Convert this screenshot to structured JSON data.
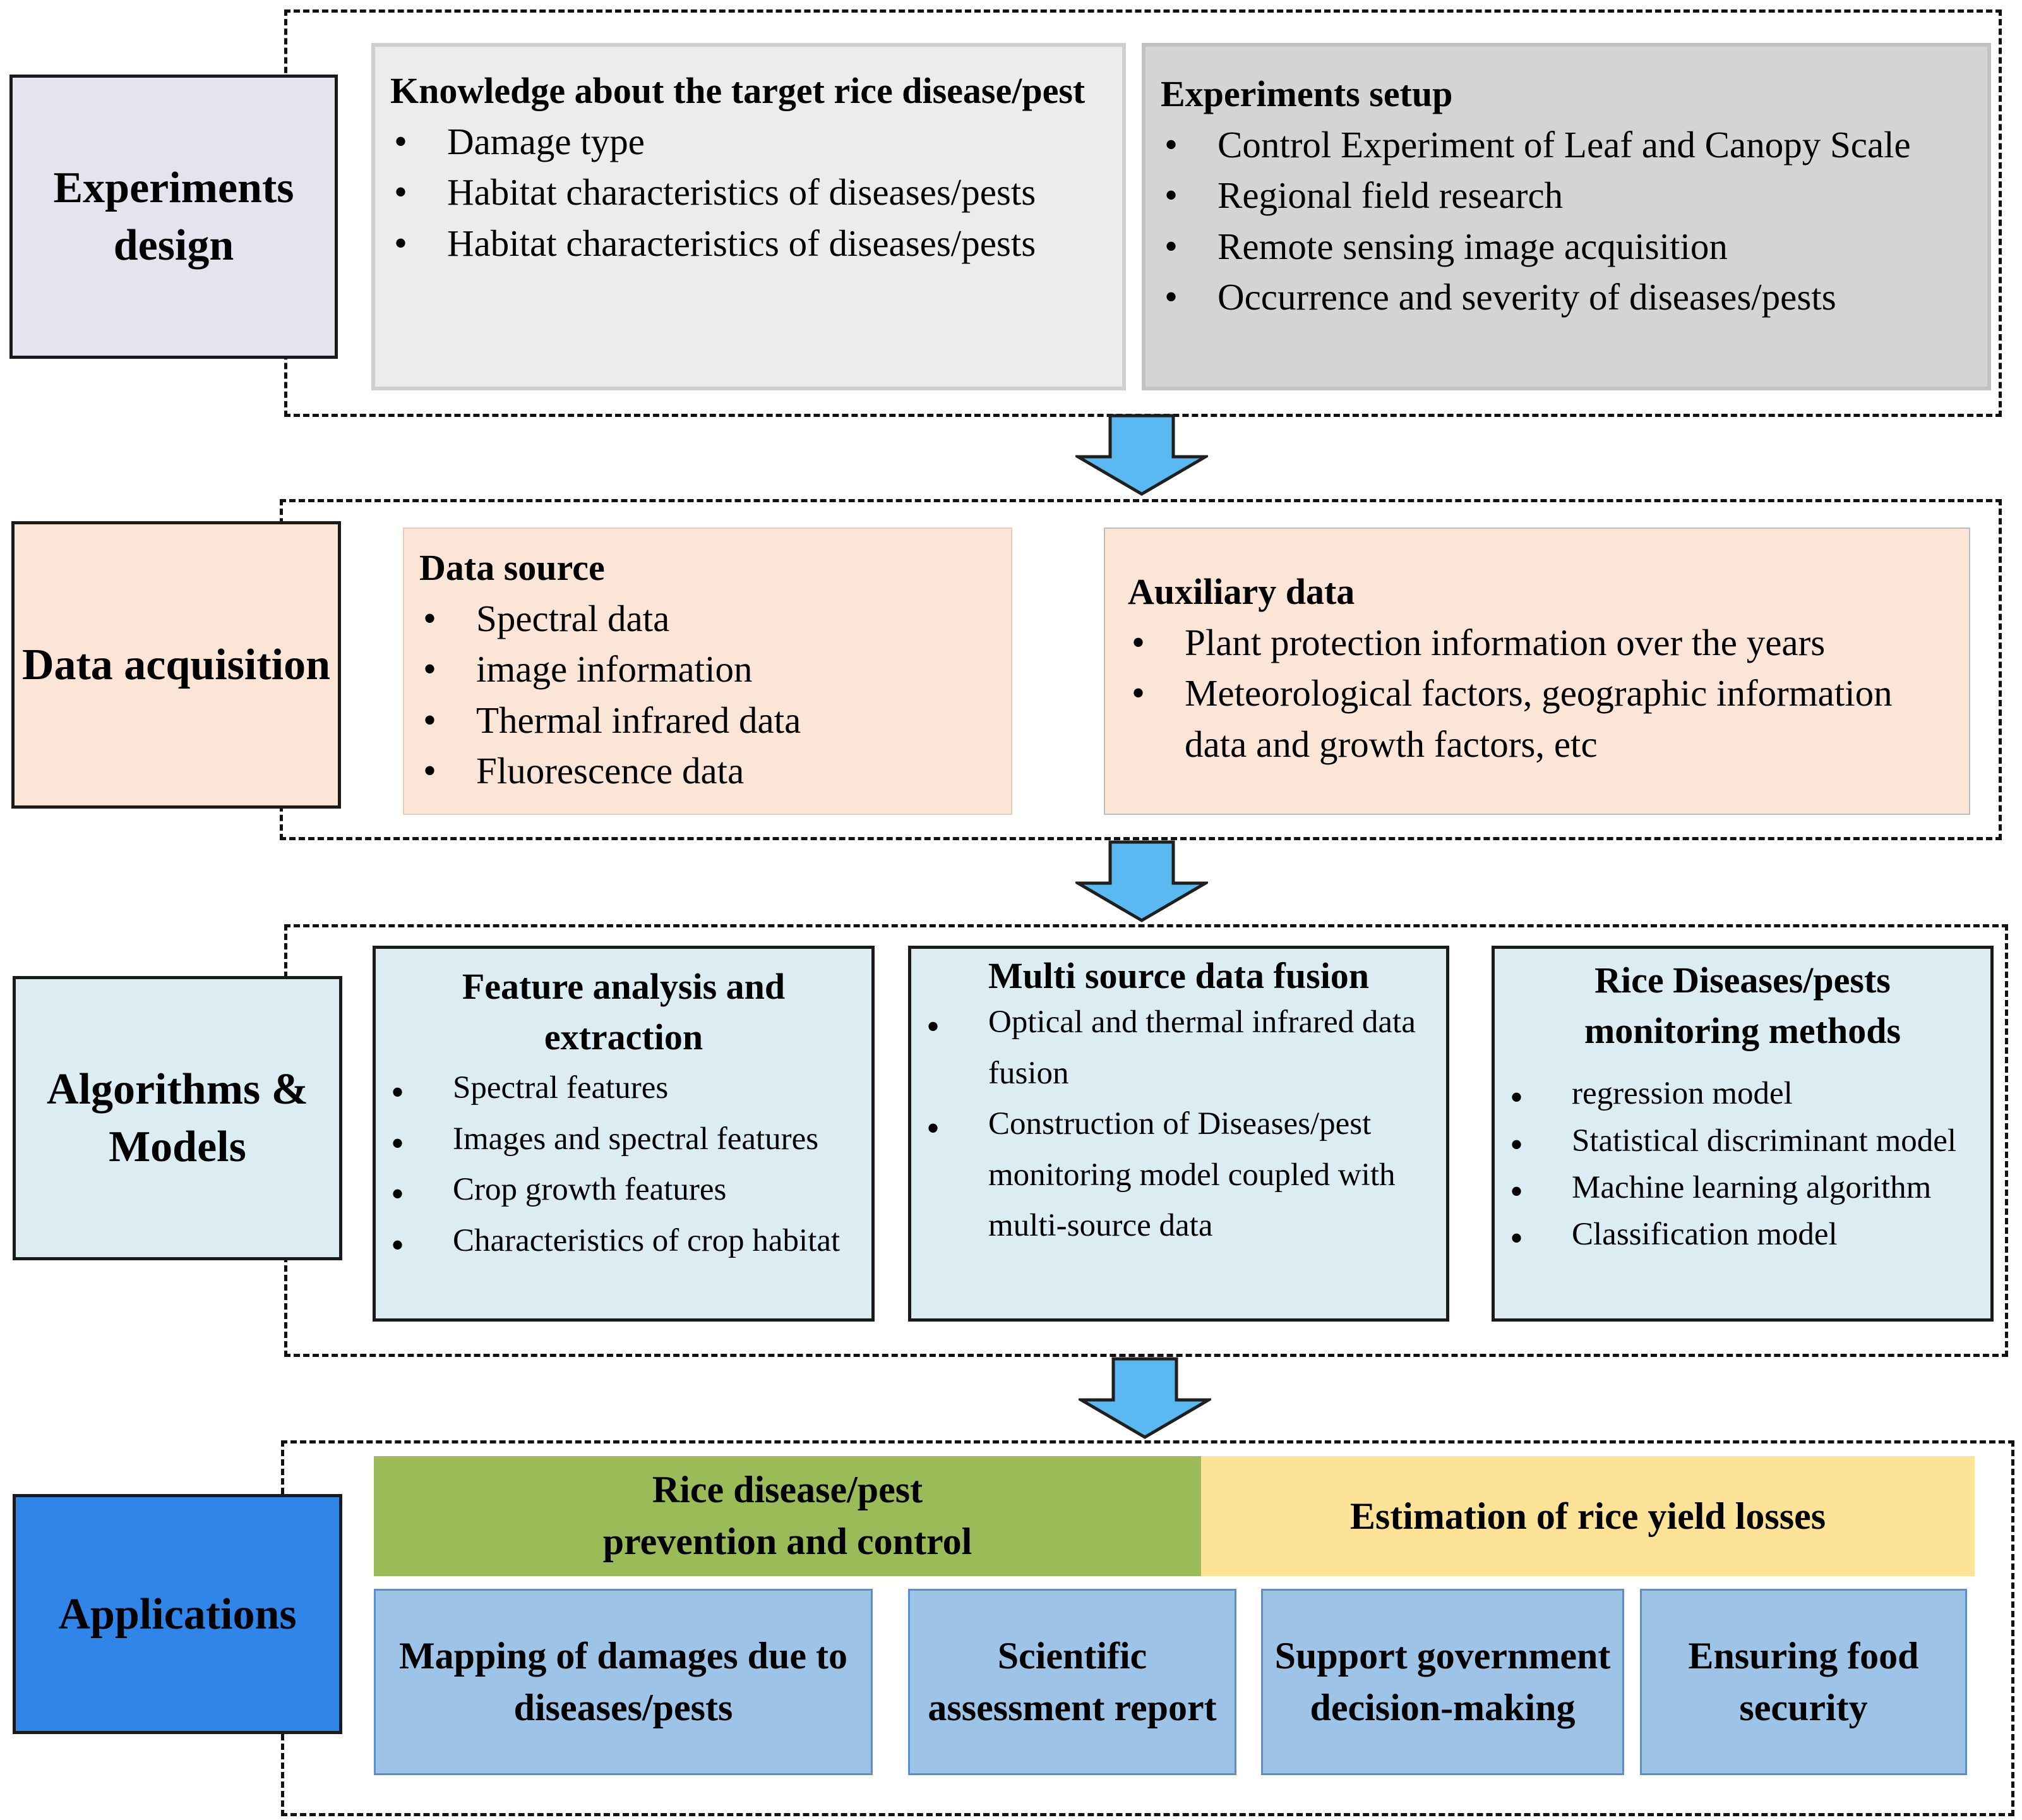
{
  "stages": {
    "experiments": "Experiments design",
    "acquisition": "Data acquisition",
    "algorithms": "Algorithms & Models",
    "applications": "Applications"
  },
  "knowledge": {
    "title": "Knowledge about the target rice disease/pest",
    "items": [
      "Damage type",
      "Habitat characteristics of diseases/pests",
      "Habitat characteristics of diseases/pests"
    ]
  },
  "setup": {
    "title": "Experiments setup",
    "items": [
      "Control Experiment of Leaf and Canopy Scale",
      "Regional field research",
      "Remote sensing image acquisition",
      "Occurrence and severity of diseases/pests"
    ]
  },
  "data_source": {
    "title": "Data source",
    "items": [
      "Spectral data",
      "image information",
      "Thermal infrared data",
      "Fluorescence data"
    ]
  },
  "auxiliary": {
    "title": "Auxiliary data",
    "items": [
      "Plant protection information over the years",
      "Meteorological factors, geographic information data and growth factors, etc"
    ]
  },
  "feature": {
    "title": "Feature analysis and extraction",
    "items": [
      "Spectral  features",
      "Images and spectral features",
      "Crop growth features",
      "Characteristics of crop habitat"
    ]
  },
  "fusion": {
    "title": "Multi source data fusion",
    "items": [
      "Optical and thermal infrared data fusion",
      "Construction of Diseases/pest monitoring model coupled with multi-source data"
    ]
  },
  "monitoring": {
    "title": "Rice Diseases/pests monitoring methods",
    "items": [
      "regression model",
      "Statistical discriminant model",
      "Machine learning algorithm",
      "Classification model"
    ]
  },
  "apps": {
    "prevention": "Rice disease/pest prevention and control",
    "estimation": "Estimation of rice yield losses",
    "mapping": "Mapping of damages due to diseases/pests",
    "assessment": "Scientific assessment report",
    "support": "Support government decision-making",
    "food": "Ensuring food security"
  },
  "colors": {
    "experiments_stage": "#e6e3ee",
    "knowledge_box": "#ececec",
    "setup_box": "#d4d4d4",
    "acquisition": "#fbe5d6",
    "algorithms": "#dbecf3",
    "applications_stage": "#2f86e8",
    "prevention_bar": "#9bbb59",
    "estimation_bar": "#fce398",
    "app_box": "#9dc3e6",
    "arrow": "#5ab9f0"
  },
  "icons": {
    "flow_arrow": "down-arrow-icon"
  }
}
